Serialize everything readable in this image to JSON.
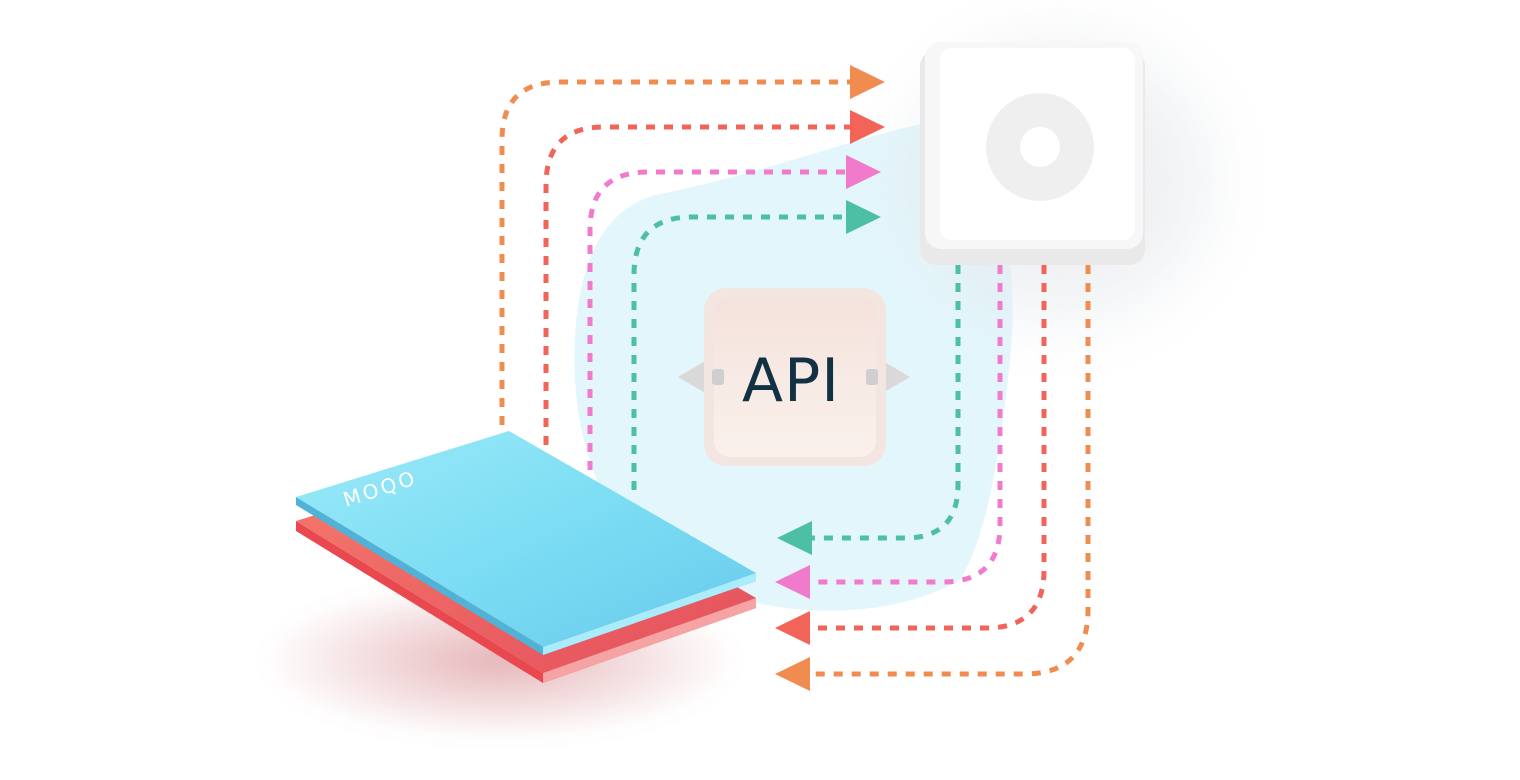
{
  "diagram": {
    "center_label": "API",
    "device_brand": "MOQO",
    "colors": {
      "background": "#ffffff",
      "blob": "#e3f6fc",
      "api_text": "#123244",
      "connector_orange": "#f08c50",
      "connector_red": "#f26458",
      "connector_pink": "#f07acb",
      "connector_teal": "#4dbfa5",
      "device_top": "#7cdff4",
      "device_bottom": "#f05c5c",
      "hardware_box": "#fafafa"
    },
    "connectors": [
      {
        "name": "orange",
        "color": "#f08c50",
        "direction": "to-hardware"
      },
      {
        "name": "red",
        "color": "#f26458",
        "direction": "to-hardware"
      },
      {
        "name": "pink",
        "color": "#f07acb",
        "direction": "to-hardware"
      },
      {
        "name": "teal",
        "color": "#4dbfa5",
        "direction": "to-hardware"
      },
      {
        "name": "teal",
        "color": "#4dbfa5",
        "direction": "to-device"
      },
      {
        "name": "pink",
        "color": "#f07acb",
        "direction": "to-device"
      },
      {
        "name": "red",
        "color": "#f26458",
        "direction": "to-device"
      },
      {
        "name": "orange",
        "color": "#f08c50",
        "direction": "to-device"
      }
    ]
  }
}
